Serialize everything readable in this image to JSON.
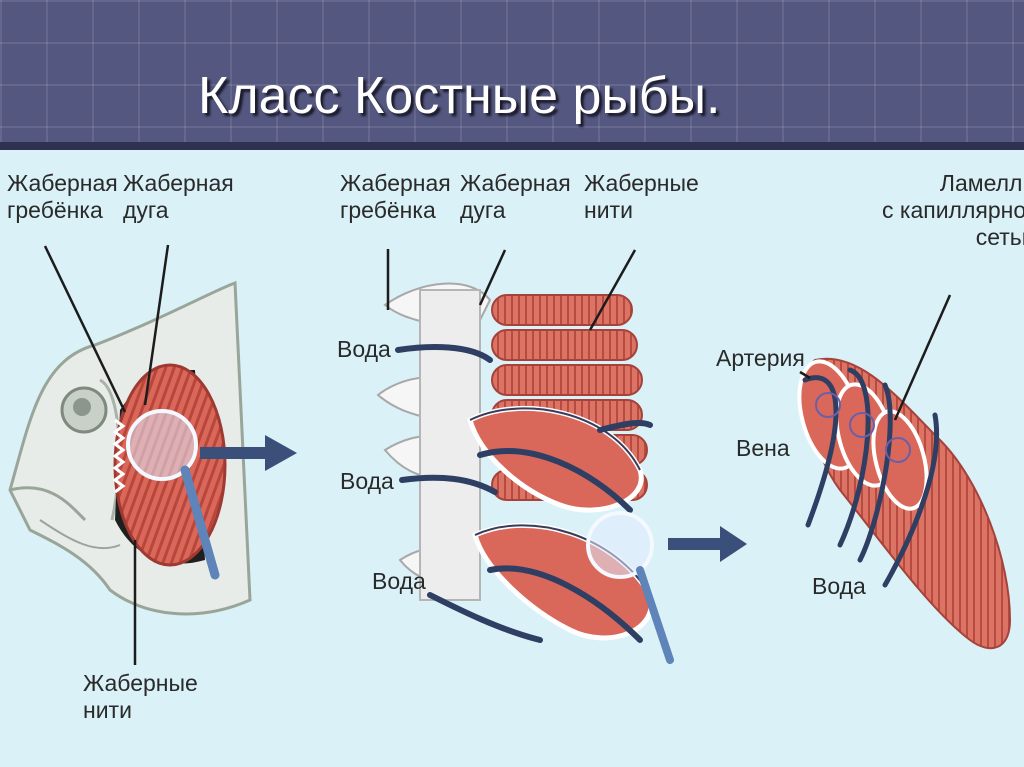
{
  "title": "Класс Костные рыбы.",
  "labels": {
    "gill_raker_left": "Жаберная\nгребёнка",
    "gill_arch_left": "Жаберная\nдуга",
    "gill_filaments_bottom": "Жаберные\nнити",
    "gill_raker_mid": "Жаберная\nгребёнка",
    "gill_arch_mid": "Жаберная\nдуга",
    "gill_filaments_mid": "Жаберные\nнити",
    "water_1": "Вода",
    "water_2": "Вода",
    "water_3": "Вода",
    "lamellae": "Ламеллы\nс капиллярной\nсетью",
    "artery": "Артерия",
    "vein": "Вена",
    "water_right": "Вода"
  },
  "colors": {
    "header": "#54577f",
    "panel": "#d9f1f7",
    "tissue": "#d9685a",
    "arrow": "#3a4f7a"
  }
}
